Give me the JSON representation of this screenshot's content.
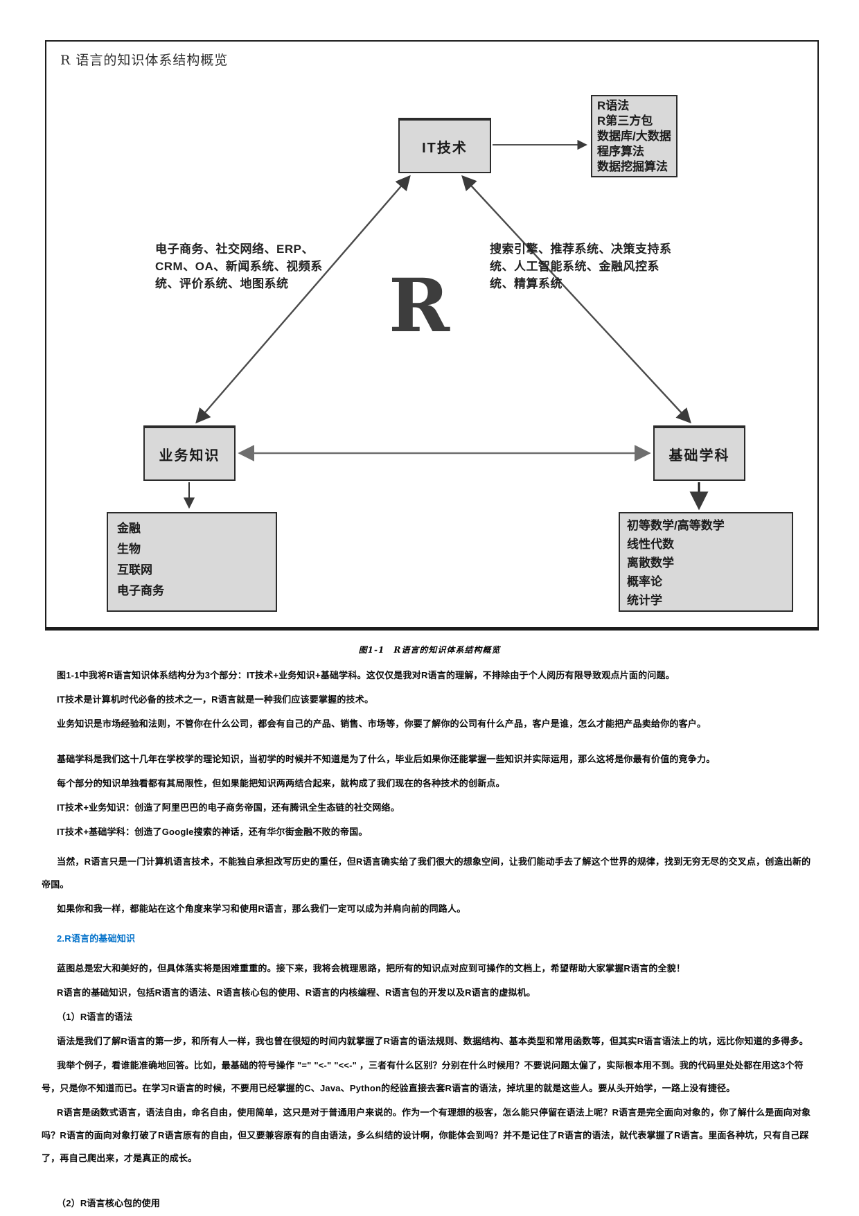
{
  "figure": {
    "title": "R 语言的知识体系结构概览",
    "center_letter": "R",
    "nodes": {
      "it": "IT技术",
      "business": "业务知识",
      "basic": "基础学科"
    },
    "it_detail_lines": [
      "R语法",
      "R第三方包",
      "数据库/大数据",
      "程序算法",
      "数据挖掘算法"
    ],
    "business_detail_lines": [
      "金融",
      "生物",
      "互联网",
      "电子商务"
    ],
    "basic_detail_lines": [
      "初等数学/高等数学",
      "线性代数",
      "离散数学",
      "概率论",
      "统计学"
    ],
    "left_note": "电子商务、社交网络、ERP、CRM、OA、新闻系统、视频系统、评价系统、地图系统",
    "right_note": "搜索引擎、推荐系统、决策支持系统、人工智能系统、金融风控系统、精算系统"
  },
  "caption": "图1-1　R语言的知识体系结构概览",
  "body": {
    "p0": "图1-1中我将R语言知识体系结构分为3个部分：IT技术+业务知识+基础学科。这仅仅是我对R语言的理解，不排除由于个人阅历有限导致观点片面的问题。",
    "p1": "IT技术是计算机时代必备的技术之一，R语言就是一种我们应该要掌握的技术。",
    "p2": "业务知识是市场经验和法则，不管你在什么公司，都会有自己的产品、销售、市场等，你要了解你的公司有什么产品，客户是谁，怎么才能把产品卖给你的客户。",
    "p3": "基础学科是我们这十几年在学校学的理论知识，当初学的时候并不知道是为了什么，毕业后如果你还能掌握一些知识并实际运用，那么这将是你最有价值的竞争力。",
    "p4": "每个部分的知识单独看都有其局限性，但如果能把知识两两结合起来，就构成了我们现在的各种技术的创新点。",
    "p5": "IT技术+业务知识：创造了阿里巴巴的电子商务帝国，还有腾讯全生态链的社交网络。",
    "p6": "IT技术+基础学科：创造了Google搜索的神话，还有华尔街金融不败的帝国。",
    "p7": "当然，R语言只是一门计算机语言技术，不能独自承担改写历史的重任，但R语言确实给了我们很大的想象空间，让我们能动手去了解这个世界的规律，找到无穷无尽的交叉点，创造出新的帝国。",
    "p8": "如果你和我一样，都能站在这个角度来学习和使用R语言，那么我们一定可以成为并肩向前的同路人。",
    "heading": "2.R语言的基础知识",
    "p9": "蓝图总是宏大和美好的，但具体落实将是困难重重的。接下来，我将会梳理思路，把所有的知识点对应到可操作的文档上，希望帮助大家掌握R语言的全貌！",
    "p10": "R语言的基础知识，包括R语言的语法、R语言核心包的使用、R语言的内核编程、R语言包的开发以及R语言的虚拟机。",
    "p11": "（1）R语言的语法",
    "p12": "语法是我们了解R语言的第一步，和所有人一样，我也曾在很短的时间内就掌握了R语言的语法规则、数据结构、基本类型和常用函数等，但其实R语言语法上的坑，远比你知道的多得多。",
    "p13": "我举个例子，看谁能准确地回答。比如，最基础的符号操作 \"=\"  \"<-\"  \"<<-\" ，三者有什么区别？分别在什么时候用？不要说问题太偏了，实际根本用不到。我的代码里处处都在用这3个符号，只是你不知道而已。在学习R语言的时候，不要用已经掌握的C、Java、Python的经验直接去套R语言的语法，掉坑里的就是这些人。要从头开始学，一路上没有捷径。",
    "p14": "R语言是函数式语言，语法自由，命名自由，使用简单，这只是对于普通用户来说的。作为一个有理想的极客，怎么能只停留在语法上呢？R语言是完全面向对象的，你了解什么是面向对象吗？R语言的面向对象打破了R语言原有的自由，但又要兼容原有的自由语法，多么纠结的设计啊，你能体会到吗？并不是记住了R语言的语法，就代表掌握了R语言。里面各种坑，只有自己踩了，再自己爬出来，才是真正的成长。",
    "p15": "（2）R语言核心包的使用"
  },
  "colors": {
    "heading_blue": "#0070c9",
    "box_fill": "#d9d9d9",
    "box_border": "#2b2b2b"
  }
}
